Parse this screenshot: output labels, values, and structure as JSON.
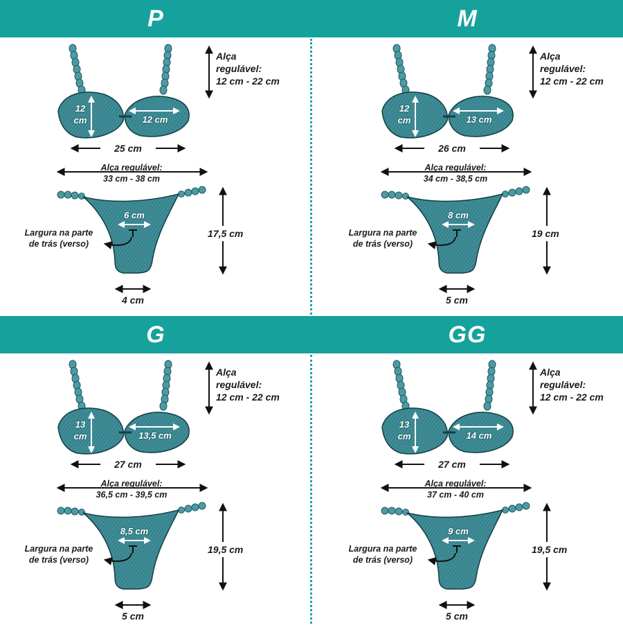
{
  "colors": {
    "header": "#16a29c",
    "fabric": "#3f8d97",
    "fabric_dark": "#1f5a63",
    "line": "#111111"
  },
  "icons": {
    "garment": "bikini-illustration-icon",
    "arrow": "double-arrow-icon"
  },
  "sizes": [
    {
      "title": "P",
      "strap_label": "Alça\nregulável:\n12 cm - 22 cm",
      "cup_height": "12\ncm",
      "cup_width": "12 cm",
      "band_width": "25 cm",
      "bottom_strap": "Alça regulável:\n33 cm - 38 cm",
      "back_width": "6 cm",
      "back_label": "Largura na parte\nde trás (verso)",
      "bottom_height": "17,5 cm",
      "base_width": "4 cm"
    },
    {
      "title": "M",
      "strap_label": "Alça\nregulável:\n12 cm - 22 cm",
      "cup_height": "12\ncm",
      "cup_width": "13 cm",
      "band_width": "26 cm",
      "bottom_strap": "Alça regulável:\n34 cm - 38,5 cm",
      "back_width": "8 cm",
      "back_label": "Largura na parte\nde trás (verso)",
      "bottom_height": "19 cm",
      "base_width": "5 cm"
    },
    {
      "title": "G",
      "strap_label": "Alça\nregulável:\n12 cm - 22 cm",
      "cup_height": "13\ncm",
      "cup_width": "13,5 cm",
      "band_width": "27 cm",
      "bottom_strap": "Alça regulável:\n36,5 cm - 39,5 cm",
      "back_width": "8,5 cm",
      "back_label": "Largura na parte\nde trás (verso)",
      "bottom_height": "19,5 cm",
      "base_width": "5 cm"
    },
    {
      "title": "GG",
      "strap_label": "Alça\nregulável:\n12 cm - 22 cm",
      "cup_height": "13\ncm",
      "cup_width": "14 cm",
      "band_width": "27 cm",
      "bottom_strap": "Alça regulável:\n37 cm - 40 cm",
      "back_width": "9 cm",
      "back_label": "Largura na parte\nde trás (verso)",
      "bottom_height": "19,5 cm",
      "base_width": "5 cm"
    }
  ]
}
